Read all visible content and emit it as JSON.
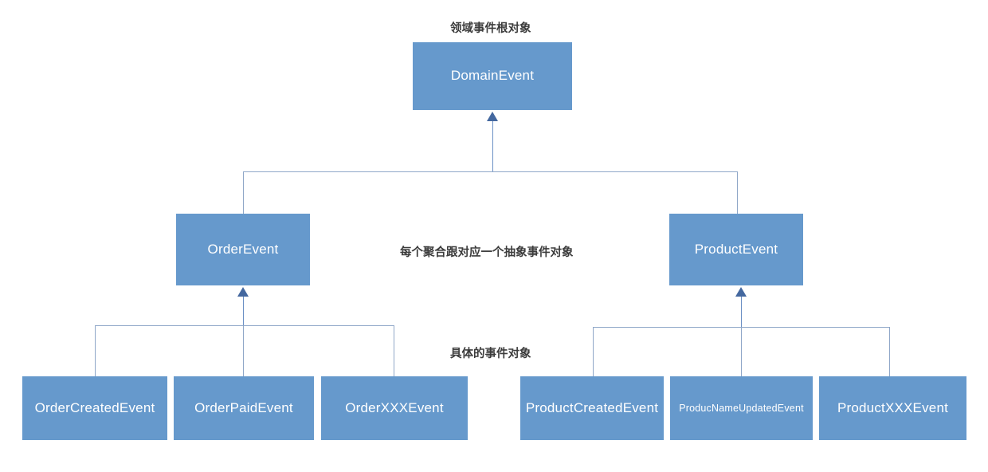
{
  "diagram": {
    "title_caption": "领域事件根对象",
    "mid_caption": "每个聚合跟对应一个抽象事件对象",
    "bottom_caption": "具体的事件对象",
    "colors": {
      "node_fill": "#6699CC",
      "node_text": "#FFFFFF",
      "connector": "#8FA7C8",
      "arrow_head": "#44689F",
      "caption_text": "#3C3C3C",
      "background": "#FFFFFF"
    },
    "root": {
      "label": "DomainEvent"
    },
    "abstract_nodes": [
      {
        "label": "OrderEvent"
      },
      {
        "label": "ProductEvent"
      }
    ],
    "concrete_nodes": [
      {
        "label": "OrderCreatedEvent"
      },
      {
        "label": "OrderPaidEvent"
      },
      {
        "label": "OrderXXXEvent"
      },
      {
        "label": "ProductCreatedEvent"
      },
      {
        "label": "ProducNameUpdatedEvent"
      },
      {
        "label": "ProductXXXEvent"
      }
    ]
  }
}
